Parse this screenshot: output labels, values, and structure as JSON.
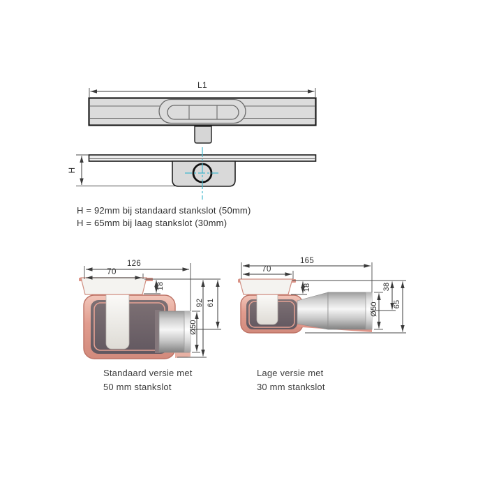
{
  "drawing": {
    "top_view": {
      "length_dim": "L1"
    },
    "side_view": {
      "height_dim": "H"
    },
    "notes": {
      "line1": "H = 92mm bij standaard stankslot (50mm)",
      "line2": "H = 65mm bij laag stankslot (30mm)"
    },
    "standard_version": {
      "total_width": "126",
      "top_width": "70",
      "edge_height": "18",
      "total_height": "92",
      "outlet_center_height": "61",
      "pipe_diameter": "Ø50",
      "caption1": "Standaard versie met",
      "caption2": "50 mm stankslot"
    },
    "low_version": {
      "total_width": "165",
      "top_width": "70",
      "edge_height": "18",
      "outlet_center_height": "38",
      "total_height": "65",
      "pipe_diameter": "Ø50",
      "caption1": "Lage versie met",
      "caption2": "30 mm stankslot"
    },
    "colors": {
      "centerline": "#43b7cd",
      "body_pink": "#e19c8e",
      "drawing_line": "#1a1a1a"
    }
  }
}
